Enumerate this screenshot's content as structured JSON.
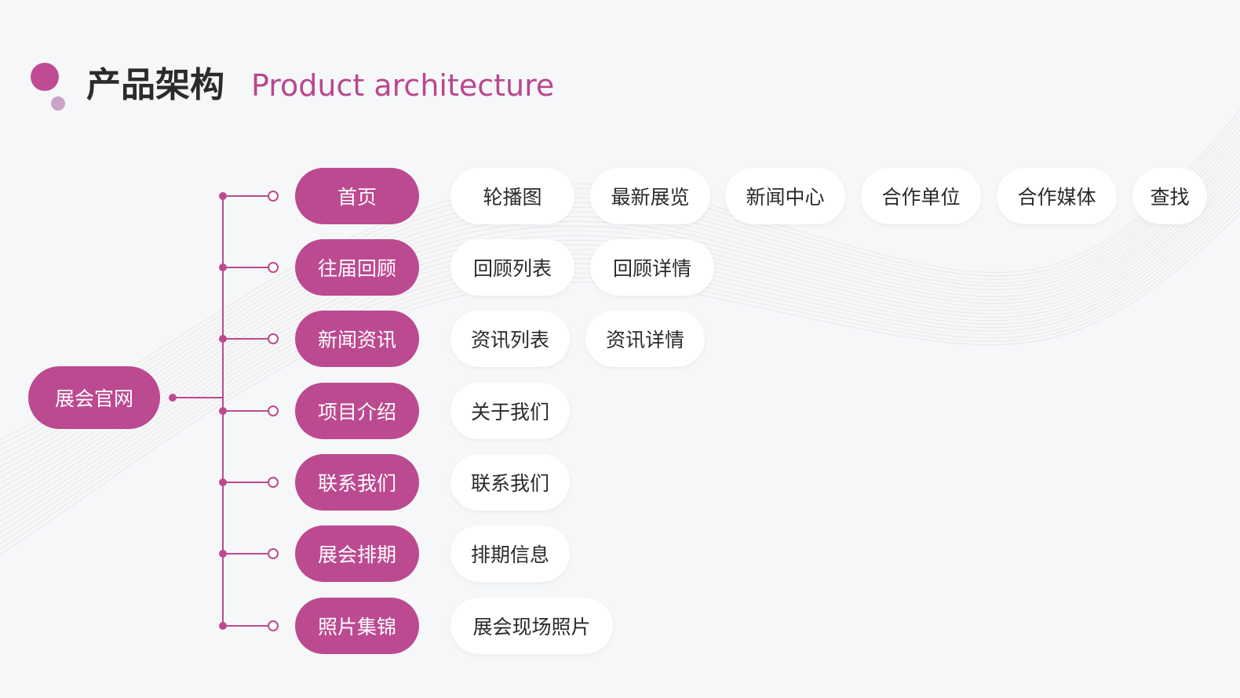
{
  "title": {
    "cn": "产品架构",
    "en": "Product architecture"
  },
  "colors": {
    "accent": "#bc4a90",
    "accent_light": "#c9a4c7",
    "leaf_bg": "#ffffff",
    "background": "#f6f7f9"
  },
  "root": {
    "label": "展会官网"
  },
  "categories": [
    {
      "label": "首页",
      "children": [
        "轮播图",
        "最新展览",
        "新闻中心",
        "合作单位",
        "合作媒体",
        "查找"
      ]
    },
    {
      "label": "往届回顾",
      "children": [
        "回顾列表",
        "回顾详情"
      ]
    },
    {
      "label": "新闻资讯",
      "children": [
        "资讯列表",
        "资讯详情"
      ]
    },
    {
      "label": "项目介绍",
      "children": [
        "关于我们"
      ]
    },
    {
      "label": "联系我们",
      "children": [
        "联系我们"
      ]
    },
    {
      "label": "展会排期",
      "children": [
        "排期信息"
      ]
    },
    {
      "label": "照片集锦",
      "children": [
        "展会现场照片"
      ]
    }
  ]
}
